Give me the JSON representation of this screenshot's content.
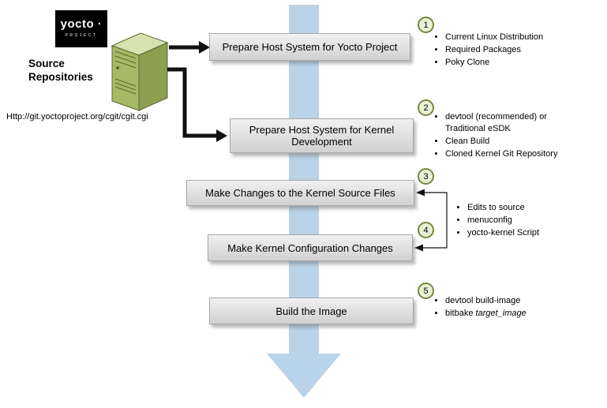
{
  "palette": {
    "flow_arrow_blue": "#b9d3e8",
    "box_gray_top": "#f1f1f1",
    "box_gray_bottom": "#d1d1d1",
    "circle_fill": "#eaf0d6",
    "circle_border": "#75883f",
    "server_front": "#a6ba66",
    "server_side": "#8ba050",
    "server_top": "#d8e2ae",
    "logo_bg": "#000000"
  },
  "logo": {
    "title": "yocto ·",
    "subtitle": "PROJECT"
  },
  "source": {
    "label": "Source Repositories",
    "url": "Http://git.yoctoproject.org/cgit/cgit.cgi"
  },
  "steps": [
    {
      "num": "1",
      "label": "Prepare Host System for Yocto Project",
      "bullets": [
        "Current Linux Distribution",
        "Required Packages",
        "Poky Clone"
      ]
    },
    {
      "num": "2",
      "label": "Prepare Host System for Kernel Development",
      "bullets": [
        "devtool (recommended) or Traditional eSDK",
        "Clean Build",
        "Cloned Kernel Git Repository"
      ]
    },
    {
      "num": "3",
      "label": "Make Changes to the Kernel Source Files",
      "bullets": []
    },
    {
      "num": "4",
      "label": "Make Kernel Configuration Changes",
      "bullets": []
    },
    {
      "num": "5",
      "label": "Build the Image",
      "bullets": [
        "devtool build-image"
      ]
    }
  ],
  "shared_bullets_3_4": [
    "Edits to source",
    "menuconfig",
    "yocto-kernel Script"
  ],
  "step5_bullet2": {
    "prefix": "bitbake ",
    "italic": "target_image"
  }
}
